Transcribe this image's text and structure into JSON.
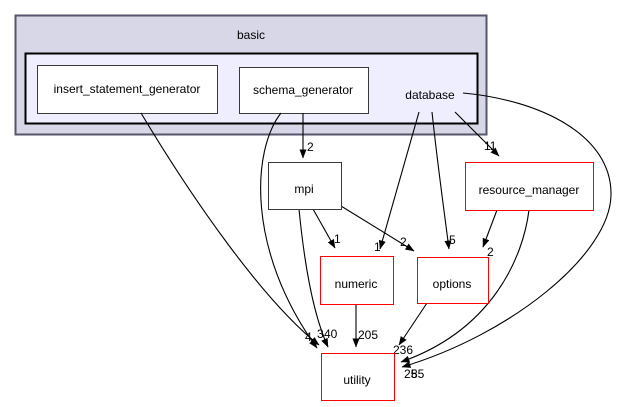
{
  "colors": {
    "cluster_fill": "#d7d7e7",
    "cluster_border": "#55556b",
    "current_dir_fill": "#eeeeff",
    "current_dir_border": "#000000",
    "box_fill": "#ffffff",
    "plain_border": "#3a3a3a",
    "linked_border": "#ff0000",
    "edge": "#000000",
    "text": "#000000",
    "background": "#ffffff"
  },
  "cluster": {
    "label": "basic"
  },
  "current_dir": {
    "label": "database"
  },
  "nodes": {
    "insert_statement_generator": {
      "label": "insert_statement_generator"
    },
    "schema_generator": {
      "label": "schema_generator"
    },
    "mpi": {
      "label": "mpi"
    },
    "resource_manager": {
      "label": "resource_manager"
    },
    "numeric": {
      "label": "numeric"
    },
    "options": {
      "label": "options"
    },
    "utility": {
      "label": "utility"
    }
  },
  "edges": [
    {
      "from": "schema_generator",
      "to": "mpi",
      "count": "2"
    },
    {
      "from": "database",
      "to": "resource_manager",
      "count": "11"
    },
    {
      "from": "database",
      "to": "numeric",
      "count": "1"
    },
    {
      "from": "database",
      "to": "options",
      "count": "5"
    },
    {
      "from": "mpi",
      "to": "numeric",
      "count": "1"
    },
    {
      "from": "mpi",
      "to": "options",
      "count": "2"
    },
    {
      "from": "resource_manager",
      "to": "options",
      "count": "2"
    },
    {
      "from": "insert_statement_generator",
      "to": "utility",
      "count": "4"
    },
    {
      "from": "schema_generator",
      "to": "utility",
      "count": "3"
    },
    {
      "from": "mpi",
      "to": "utility",
      "count": "40"
    },
    {
      "from": "numeric",
      "to": "utility",
      "count": "205"
    },
    {
      "from": "options",
      "to": "utility",
      "count": "236"
    },
    {
      "from": "resource_manager",
      "to": "utility",
      "count": "25"
    },
    {
      "from": "database",
      "to": "utility",
      "count": "85"
    }
  ]
}
